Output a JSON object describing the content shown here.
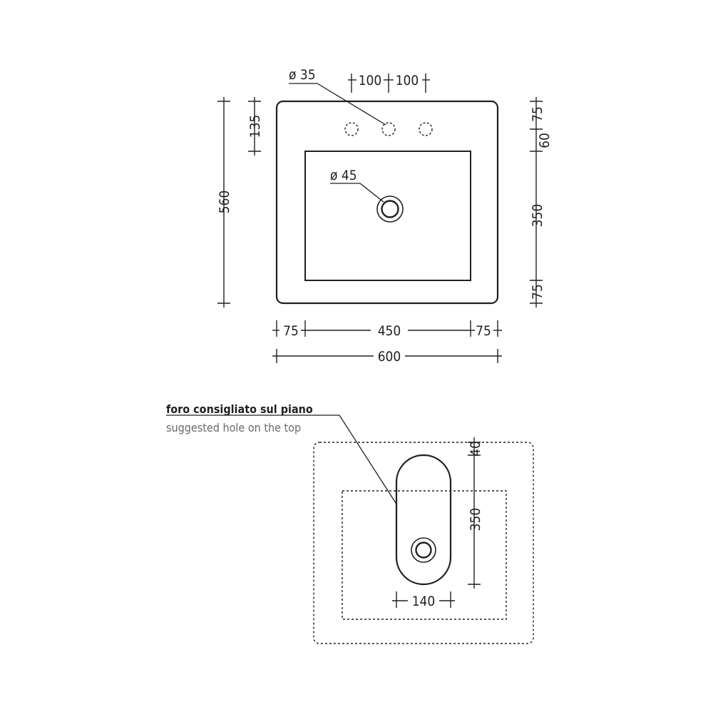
{
  "top_view": {
    "tap_hole_diameter": "ø 35",
    "tap_spacing_left": "100",
    "tap_spacing_right": "100",
    "waste_diameter": "ø 45",
    "overall_depth": "560",
    "tap_offset": "135",
    "right_top_margin": "75",
    "right_tap_to_basin": "60",
    "basin_depth": "350",
    "right_bottom_margin": "75",
    "left_margin": "75",
    "basin_width": "450",
    "right_margin": "75",
    "overall_width": "600"
  },
  "hole_view": {
    "label_it": "foro consigliato sul piano",
    "label_en": "suggested hole on the top",
    "top_offset": "40",
    "hole_length": "350",
    "hole_width": "140"
  }
}
